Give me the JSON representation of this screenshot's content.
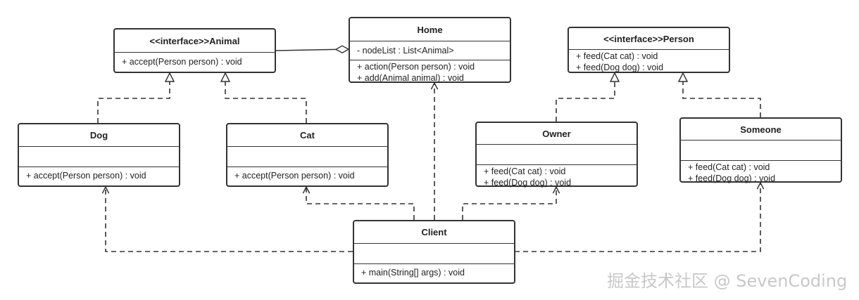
{
  "classes": {
    "animal": {
      "name": "<<interface>>Animal",
      "attributes": [],
      "methods": [
        "+ accept(Person person) : void"
      ]
    },
    "home": {
      "name": "Home",
      "attributes": [
        "- nodeList : List<Animal>"
      ],
      "methods": [
        "+ action(Person person) : void",
        "+ add(Animal animal) : void"
      ]
    },
    "person": {
      "name": "<<interface>>Person",
      "attributes": [],
      "methods": [
        "+ feed(Cat cat) : void",
        "+ feed(Dog dog) : void"
      ]
    },
    "dog": {
      "name": "Dog",
      "attributes": [],
      "methods": [
        "+ accept(Person person) : void"
      ]
    },
    "cat": {
      "name": "Cat",
      "attributes": [],
      "methods": [
        "+ accept(Person person) : void"
      ]
    },
    "owner": {
      "name": "Owner",
      "attributes": [],
      "methods": [
        "+ feed(Cat cat) : void",
        "+ feed(Dog dog) : void"
      ]
    },
    "someone": {
      "name": "Someone",
      "attributes": [],
      "methods": [
        "+ feed(Cat cat) : void",
        "+ feed(Dog dog) : void"
      ]
    },
    "client": {
      "name": "Client",
      "attributes": [],
      "methods": [
        "+ main(String[] args) : void"
      ]
    }
  },
  "watermark": "掘金技术社区 @ SevenCoding"
}
